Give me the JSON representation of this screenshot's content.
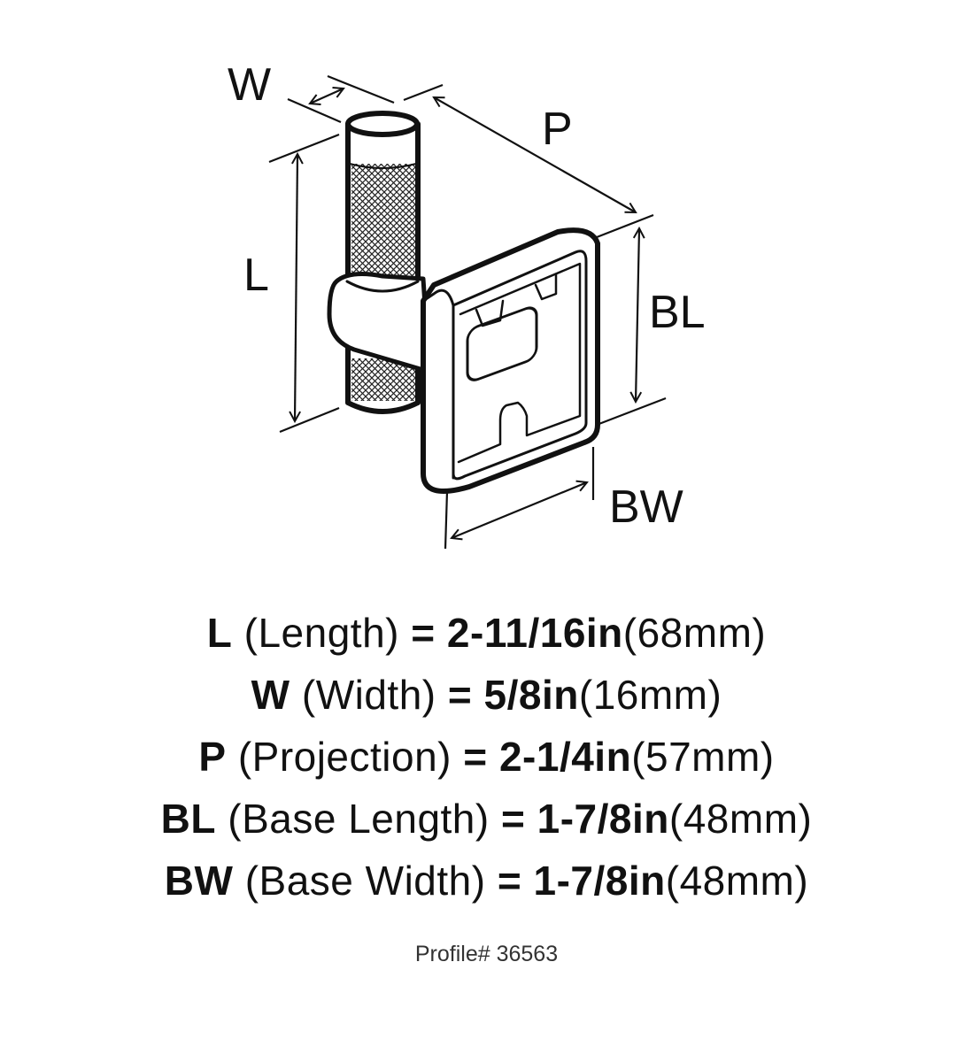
{
  "diagram": {
    "labels": {
      "W": "W",
      "P": "P",
      "L": "L",
      "BL": "BL",
      "BW": "BW"
    }
  },
  "specs": [
    {
      "code": "L",
      "name": "(Length)",
      "eq": "=",
      "inches": "2-11/16in",
      "mm": "(68mm)"
    },
    {
      "code": "W",
      "name": "(Width)",
      "eq": "=",
      "inches": "5/8in",
      "mm": "(16mm)"
    },
    {
      "code": "P",
      "name": "(Projection)",
      "eq": "=",
      "inches": "2-1/4in",
      "mm": "(57mm)"
    },
    {
      "code": "BL",
      "name": "(Base Length)",
      "eq": "=",
      "inches": "1-7/8in",
      "mm": "(48mm)"
    },
    {
      "code": "BW",
      "name": "(Base Width)",
      "eq": "=",
      "inches": "1-7/8in",
      "mm": "(48mm)"
    }
  ],
  "profile": "Profile# 36563"
}
